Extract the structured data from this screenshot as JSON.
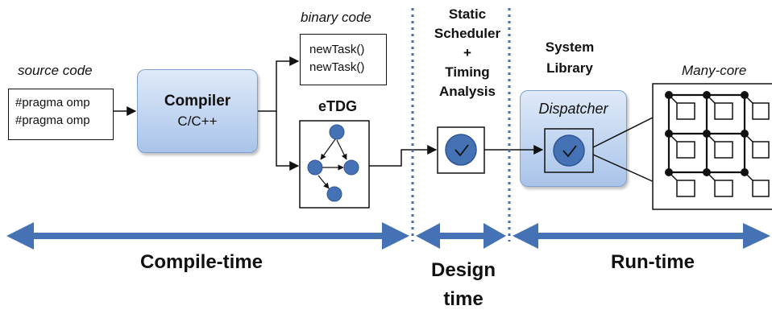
{
  "source_code": {
    "label": "source code",
    "lines": [
      "#pragma omp",
      "#pragma omp"
    ]
  },
  "compiler": {
    "title": "Compiler",
    "subtitle": "C/C++"
  },
  "binary_code": {
    "label": "binary code",
    "lines": [
      "newTask()",
      "newTask()"
    ]
  },
  "etdg": {
    "label": "eTDG"
  },
  "static_scheduler": {
    "lines": [
      "Static",
      "Scheduler",
      "+",
      "Timing",
      "Analysis"
    ]
  },
  "system_library": {
    "lines": [
      "System",
      "Library"
    ],
    "dispatcher": "Dispatcher"
  },
  "many_core": {
    "label": "Many-core"
  },
  "phases": {
    "compile_time": "Compile-time",
    "design_time_line1": "Design",
    "design_time_line2": "time",
    "run_time": "Run-time"
  },
  "colors": {
    "phase_arrow": "#4472b4",
    "node_fill": "#4472b4",
    "box_gradient_top": "#dfeaf8",
    "box_gradient_bottom": "#a9c4ea"
  }
}
